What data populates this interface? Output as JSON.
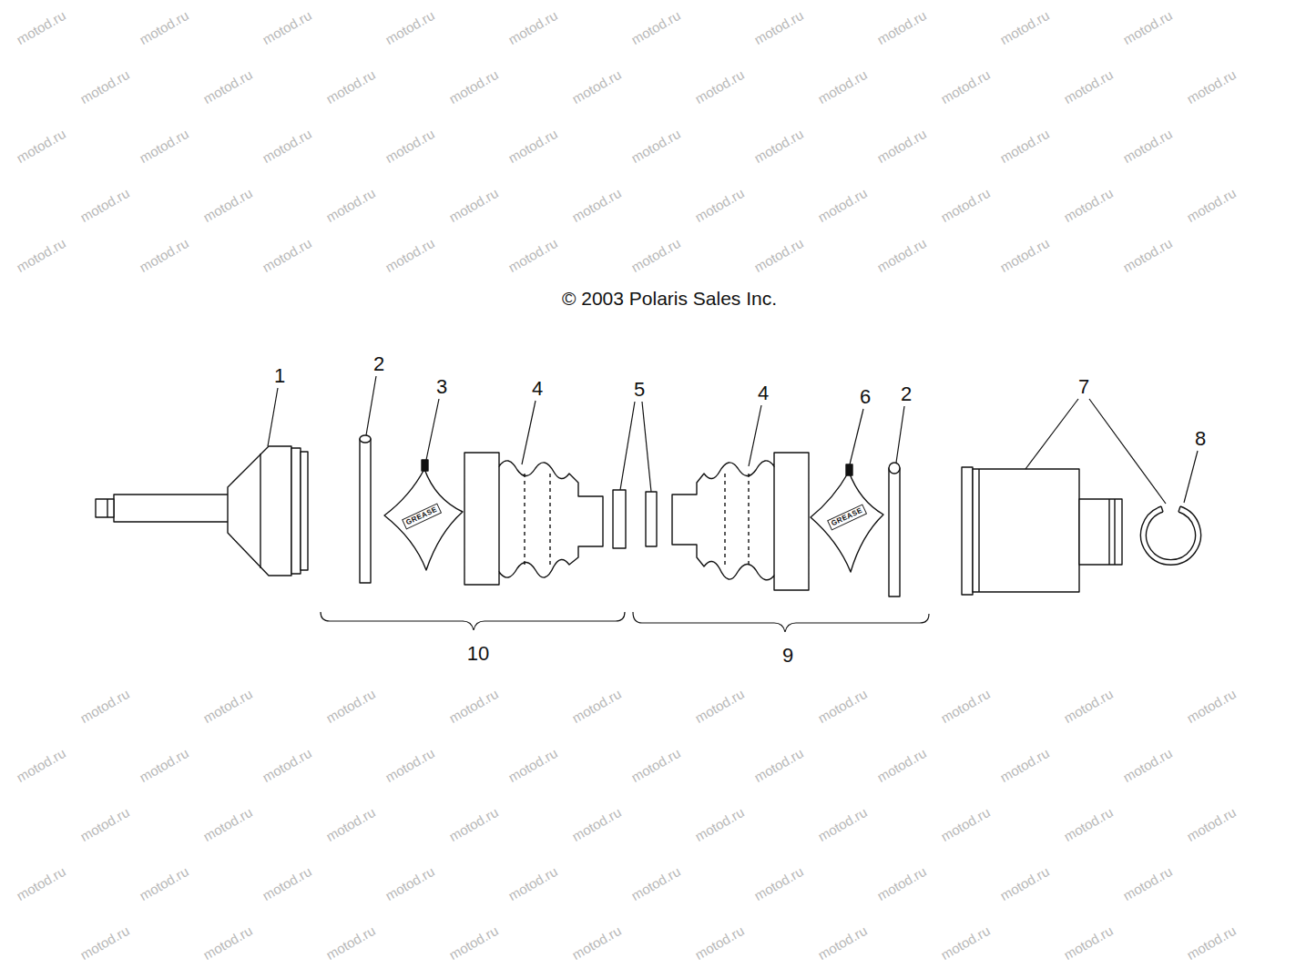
{
  "diagram": {
    "labels": [
      "© 2003 Polaris Sales Inc.",
      "1",
      "2",
      "3",
      "4",
      "5",
      "4",
      "6",
      "2",
      "7",
      "8",
      "GREASE",
      "GREASE",
      "10",
      "9",
      "motod.ru",
      "motod.ru",
      "motod.ru",
      "motod.ru",
      "motod.ru",
      "motod.ru",
      "motod.ru",
      "motod.ru",
      "motod.ru",
      "motod.ru",
      "motod.ru",
      "motod.ru",
      "motod.ru",
      "motod.ru",
      "motod.ru",
      "motod.ru",
      "motod.ru",
      "motod.ru",
      "motod.ru",
      "motod.ru",
      "motod.ru",
      "motod.ru",
      "motod.ru",
      "motod.ru",
      "motod.ru",
      "motod.ru",
      "motod.ru",
      "motod.ru",
      "motod.ru",
      "motod.ru",
      "motod.ru",
      "motod.ru",
      "motod.ru",
      "motod.ru",
      "motod.ru",
      "motod.ru",
      "motod.ru",
      "motod.ru",
      "motod.ru",
      "motod.ru",
      "motod.ru",
      "motod.ru",
      "motod.ru",
      "motod.ru",
      "motod.ru",
      "motod.ru",
      "motod.ru",
      "motod.ru",
      "motod.ru",
      "motod.ru",
      "motod.ru",
      "motod.ru",
      "motod.ru",
      "motod.ru",
      "motod.ru",
      "motod.ru",
      "motod.ru",
      "motod.ru",
      "motod.ru",
      "motod.ru",
      "motod.ru",
      "motod.ru",
      "motod.ru",
      "motod.ru",
      "motod.ru",
      "motod.ru",
      "motod.ru",
      "motod.ru",
      "motod.ru",
      "motod.ru",
      "motod.ru",
      "motod.ru",
      "motod.ru",
      "motod.ru",
      "motod.ru",
      "motod.ru",
      "motod.ru",
      "motod.ru",
      "motod.ru",
      "motod.ru",
      "motod.ru",
      "motod.ru",
      "motod.ru",
      "motod.ru",
      "motod.ru",
      "motod.ru",
      "motod.ru",
      "motod.ru",
      "motod.ru",
      "motod.ru",
      "motod.ru",
      "motod.ru",
      "motod.ru",
      "motod.ru",
      "motod.ru",
      "motod.ru",
      "motod.ru",
      "motod.ru",
      "motod.ru",
      "motod.ru"
    ]
  }
}
